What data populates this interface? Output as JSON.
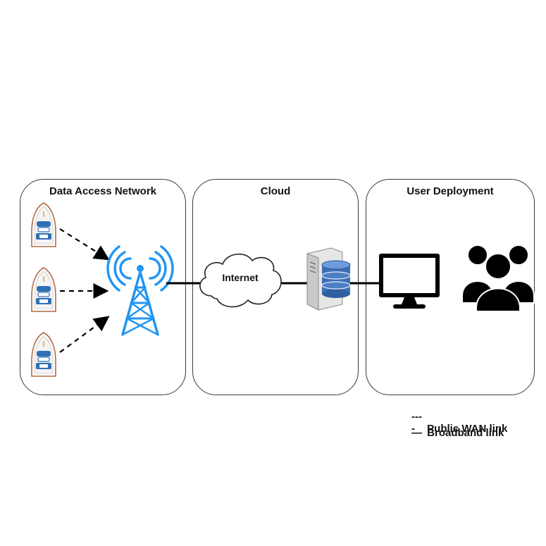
{
  "panels": {
    "data_access_network": "Data Access Network",
    "cloud": "Cloud",
    "user_deployment": "User Deployment"
  },
  "cloud_label": "Internet",
  "legend": {
    "wan_symbol": "----",
    "wan_label": "Public WAN link",
    "broadband_symbol": "—",
    "broadband_label": "Broadband link"
  },
  "colors": {
    "tower_blue": "#2196f3",
    "boat_blue": "#2f6fb3",
    "server_db_blue": "#3d6fb6",
    "line_black": "#000000"
  },
  "icons": [
    "boat-icon",
    "cell-tower-icon",
    "cloud-icon",
    "server-database-icon",
    "monitor-icon",
    "users-group-icon"
  ]
}
